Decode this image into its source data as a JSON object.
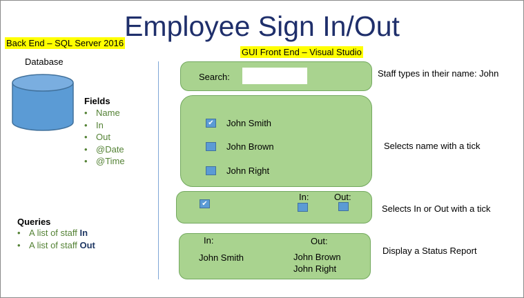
{
  "title": "Employee Sign In/Out",
  "backend_label": "Back End – SQL Server 2016",
  "frontend_label": "GUI Front End – Visual Studio",
  "database_label": "Database",
  "fields": {
    "heading": "Fields",
    "items": [
      "Name",
      "In",
      "Out",
      "@Date",
      "@Time"
    ]
  },
  "queries": {
    "heading": "Queries",
    "items": [
      {
        "prefix": "A list of staff ",
        "keyword": "In"
      },
      {
        "prefix": "A list of staff ",
        "keyword": "Out"
      }
    ]
  },
  "search": {
    "label": "Search:",
    "value": "",
    "note": "Staff types in their name: John"
  },
  "names": {
    "items": [
      {
        "label": "John Smith",
        "checked": true
      },
      {
        "label": "John Brown",
        "checked": false
      },
      {
        "label": "John Right",
        "checked": false
      }
    ],
    "note": "Selects name with a tick"
  },
  "in_out": {
    "in_label": "In:",
    "out_label": "Out:",
    "note": "Selects In or Out with a tick"
  },
  "status": {
    "in_label": "In:",
    "out_label": "Out:",
    "in_names": [
      "John Smith"
    ],
    "out_names": [
      "John Brown",
      "John Right"
    ],
    "note": "Display a Status Report"
  },
  "colors": {
    "title": "#1f2f6b",
    "highlight": "#ffff00",
    "panel_fill": "#a9d38f",
    "checkbox": "#5b9bd5",
    "list_green": "#548235"
  },
  "icons": {
    "database": "cylinder-icon",
    "checked": "checkmark-icon"
  }
}
